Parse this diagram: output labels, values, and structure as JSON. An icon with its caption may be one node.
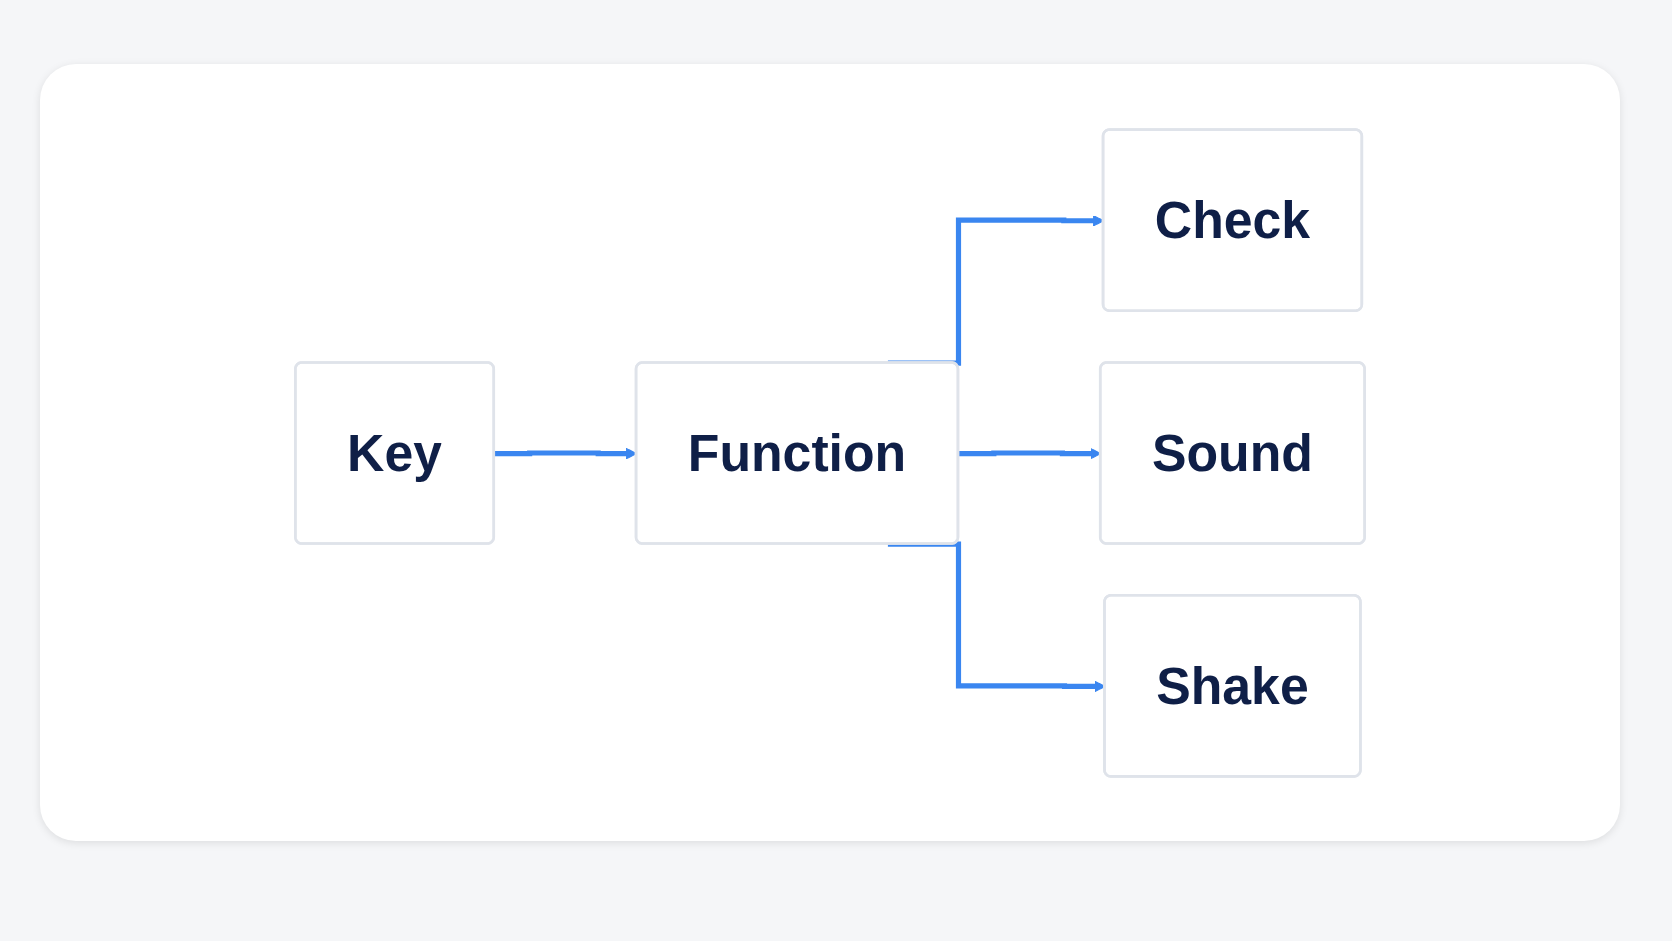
{
  "diagram": {
    "nodes": [
      {
        "text": [
          "Key"
        ]
      },
      {
        "text": [
          "Function"
        ]
      },
      {
        "text": [
          "Check"
        ]
      },
      {
        "text": [
          "Sound"
        ]
      },
      {
        "text": [
          "Shake"
        ]
      }
    ],
    "edges": [
      {
        "from": 0,
        "to": 1,
        "arrow": "to"
      },
      {
        "from": 1,
        "to": 2,
        "arrow": "to"
      },
      {
        "from": 1,
        "to": 3,
        "arrow": "to"
      },
      {
        "from": 1,
        "to": 4,
        "arrow": "to"
      }
    ]
  }
}
